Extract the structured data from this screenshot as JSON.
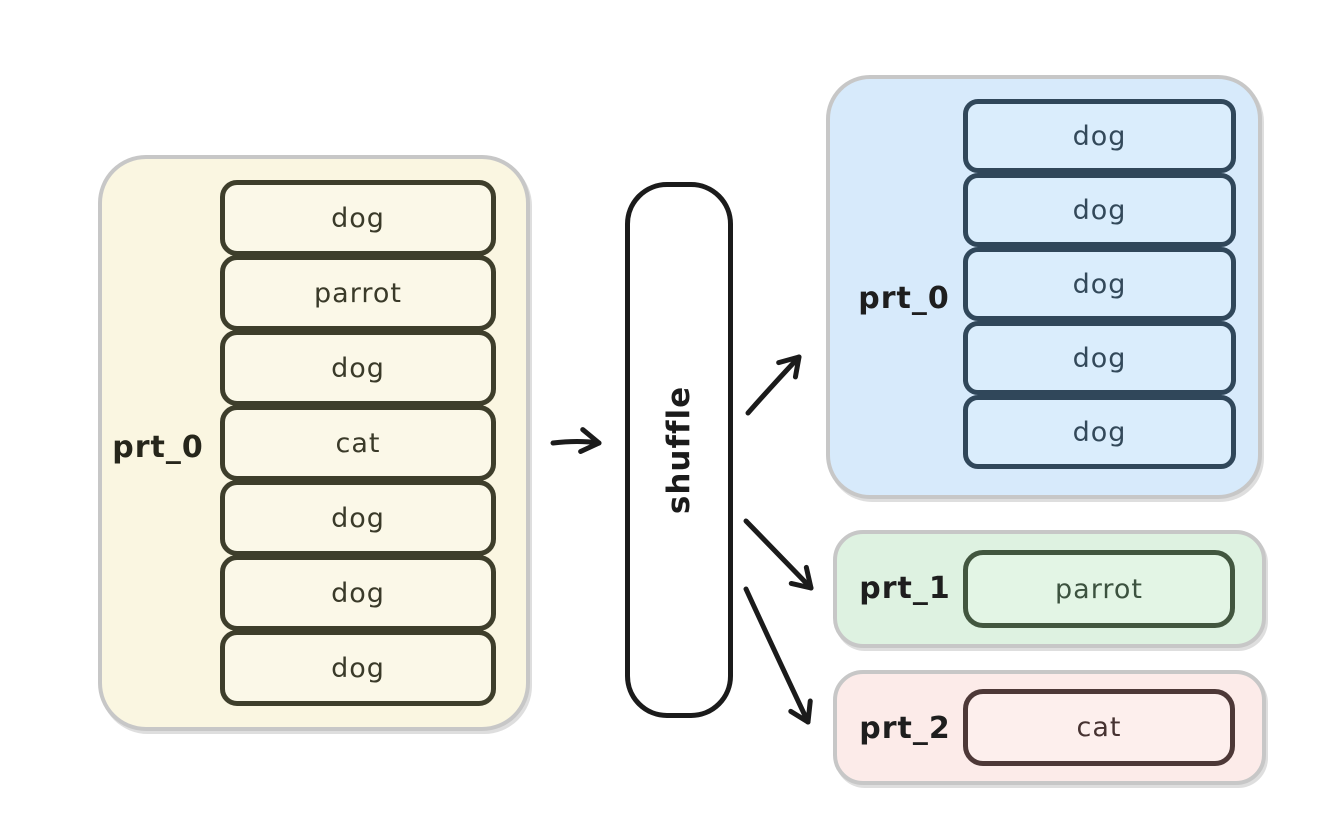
{
  "diagram": {
    "source": {
      "label": "prt_0",
      "items": [
        "dog",
        "parrot",
        "dog",
        "cat",
        "dog",
        "dog",
        "dog"
      ],
      "fill_color": "#faf6e1",
      "item_border_color": "#3e3e2b"
    },
    "operation": {
      "label": "shuffle"
    },
    "outputs": [
      {
        "label": "prt_0",
        "items": [
          "dog",
          "dog",
          "dog",
          "dog",
          "dog"
        ],
        "fill_color": "#d7eafb",
        "item_border_color": "#30475a"
      },
      {
        "label": "prt_1",
        "items": [
          "parrot"
        ],
        "fill_color": "#def2e1",
        "item_border_color": "#42563f"
      },
      {
        "label": "prt_2",
        "items": [
          "cat"
        ],
        "fill_color": "#fcebe9",
        "item_border_color": "#4d3837"
      }
    ],
    "arrow_color": "#1b1b1b"
  }
}
